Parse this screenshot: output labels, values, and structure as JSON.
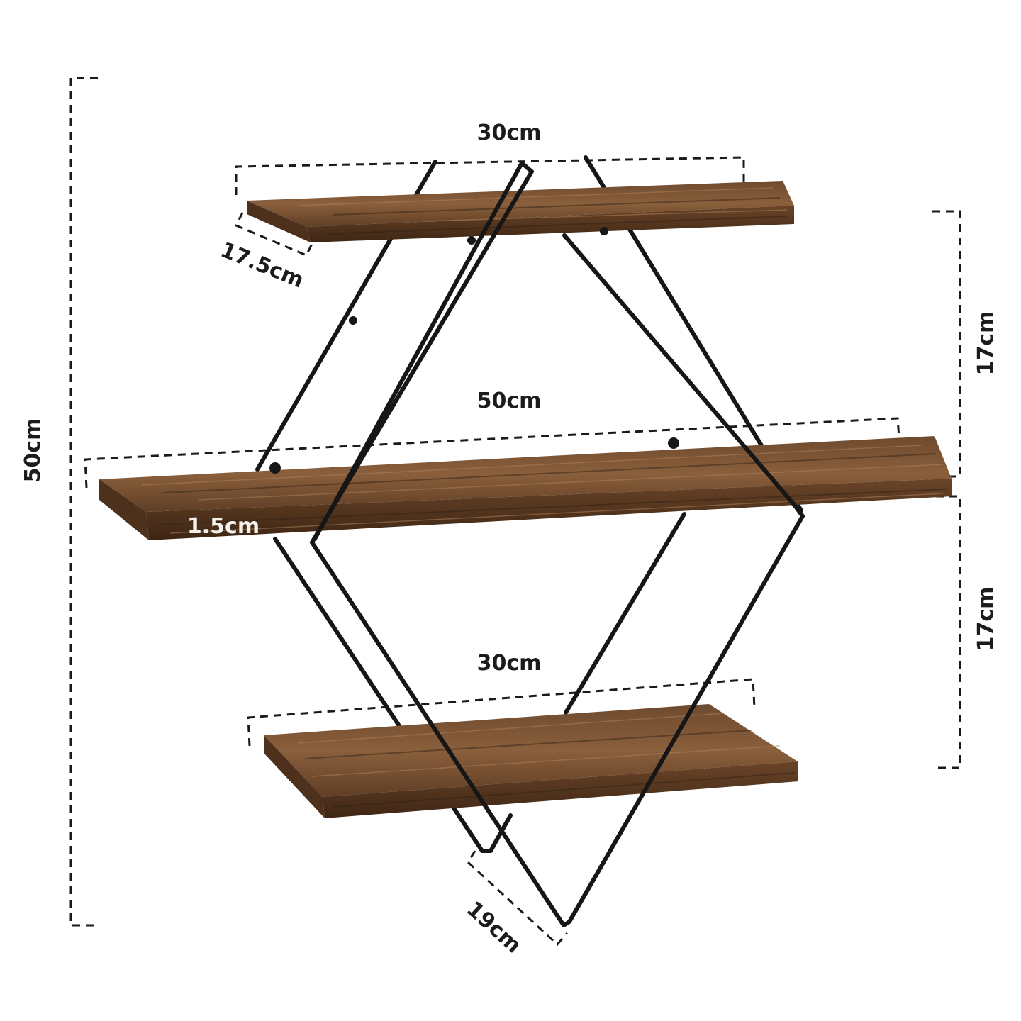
{
  "dimensions": {
    "top_width": "30cm",
    "top_depth": "17.5cm",
    "middle_width": "50cm",
    "board_thickness": "1.5cm",
    "bottom_width": "30cm",
    "bottom_depth": "19cm",
    "total_height": "50cm",
    "upper_spacing": "17cm",
    "lower_spacing": "17cm"
  },
  "colors": {
    "wood_top": "#7a5233",
    "wood_front": "#5a3820",
    "frame": "#161616"
  }
}
